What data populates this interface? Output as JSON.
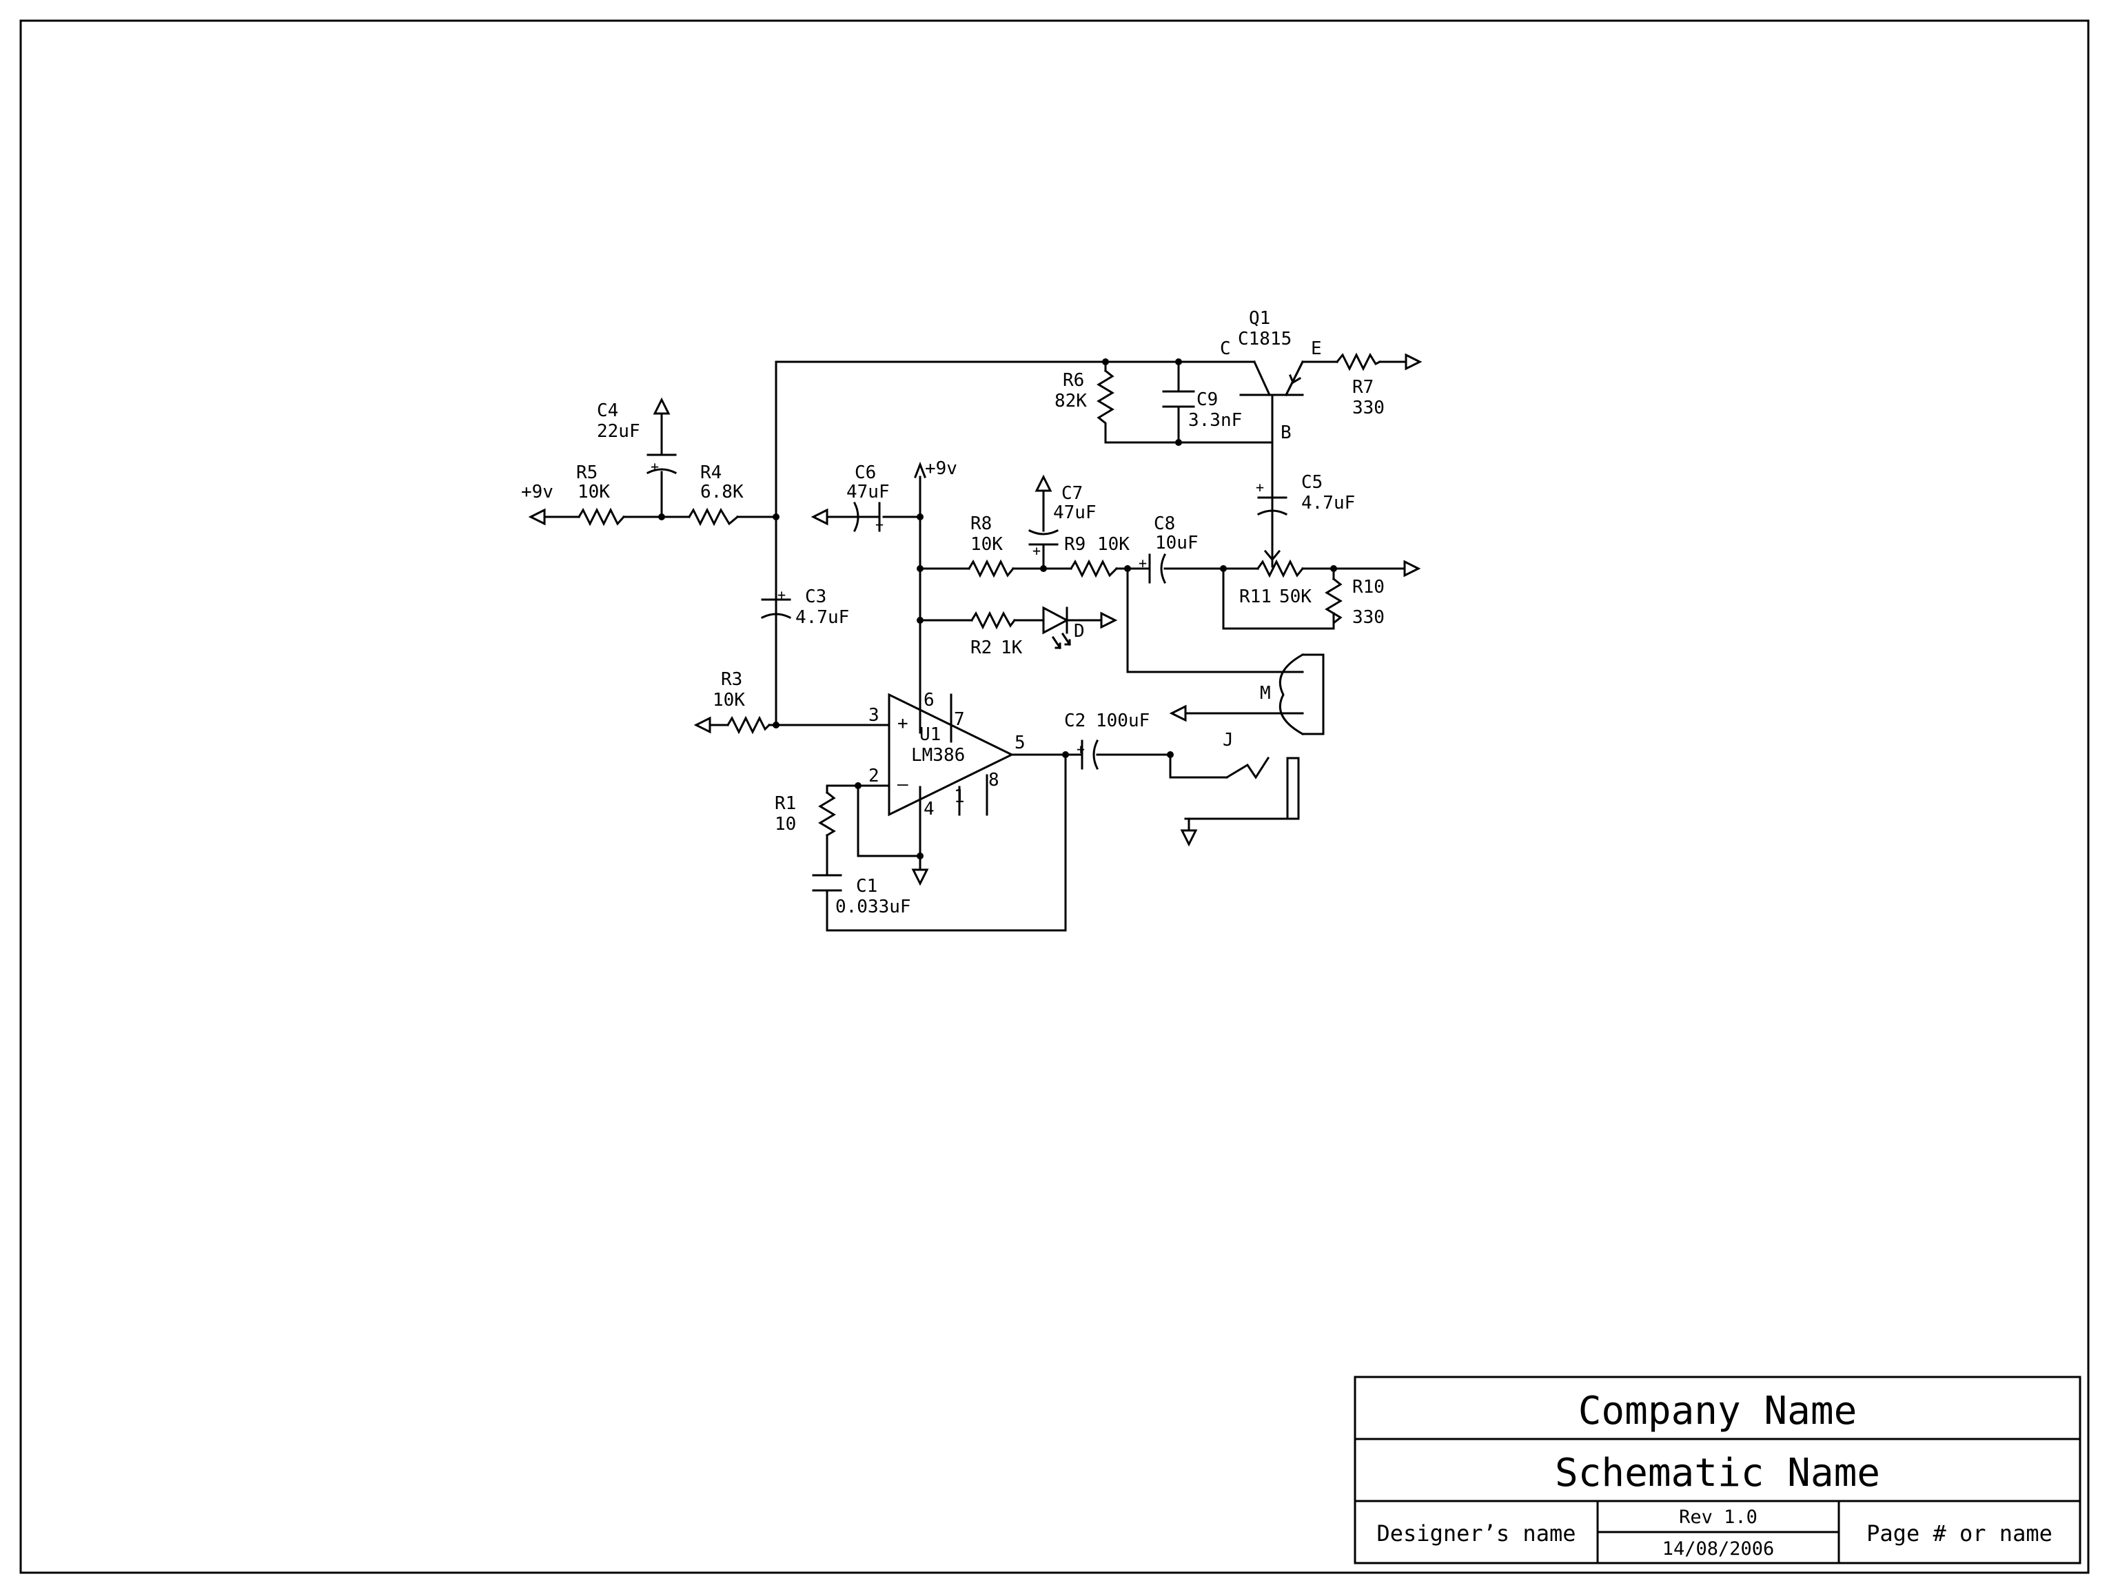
{
  "labels": {
    "q1_ref": "Q1",
    "q1_val": "C1815",
    "q1_c": "C",
    "q1_e": "E",
    "q1_b": "B",
    "r6_ref": "R6",
    "r6_val": "82K",
    "c9_ref": "C9",
    "c9_val": "3.3nF",
    "r7_ref": "R7",
    "r7_val": "330",
    "c4_ref": "C4",
    "c4_val": "22uF",
    "r5_ref": "R5",
    "r5_val": "10K",
    "r4_ref": "R4",
    "r4_val": "6.8K",
    "vcc_in": "+9v",
    "c6_ref": "C6",
    "c6_val": "47uF",
    "vcc_top": "+9v",
    "c7_ref": "C7",
    "c7_val": "47uF",
    "c8_ref": "C8",
    "c8_val": "10uF",
    "c5_ref": "C5",
    "c5_val": "4.7uF",
    "r8_ref": "R8",
    "r8_val": "10K",
    "r9_ref": "R9",
    "r9_val": "10K",
    "r11_ref": "R11",
    "r11_val": "50K",
    "r10_ref": "R10",
    "r10_val": "330",
    "c3_ref": "C3",
    "c3_val": "4.7uF",
    "r2_ref": "R2",
    "r2_val": "1K",
    "d_ref": "D",
    "r3_ref": "R3",
    "r3_val": "10K",
    "m_ref": "M",
    "u1_ref": "U1",
    "u1_val": "LM386",
    "pin3": "3",
    "pin2": "2",
    "pin6": "6",
    "pin7": "7",
    "pin4": "4",
    "pin1": "1",
    "pin8": "8",
    "pin5": "5",
    "plus_sign": "+",
    "minus_sign": "–",
    "c2_ref": "C2",
    "c2_val": "100uF",
    "j_ref": "J",
    "r1_ref": "R1",
    "r1_val": "10",
    "c1_ref": "C1",
    "c1_val": "0.033uF",
    "polarity": "+"
  },
  "title_block": {
    "company": "Company Name",
    "schematic": "Schematic Name",
    "designer": "Designer’s name",
    "rev": "Rev 1.0",
    "date": "14/08/2006",
    "page": "Page # or name"
  }
}
